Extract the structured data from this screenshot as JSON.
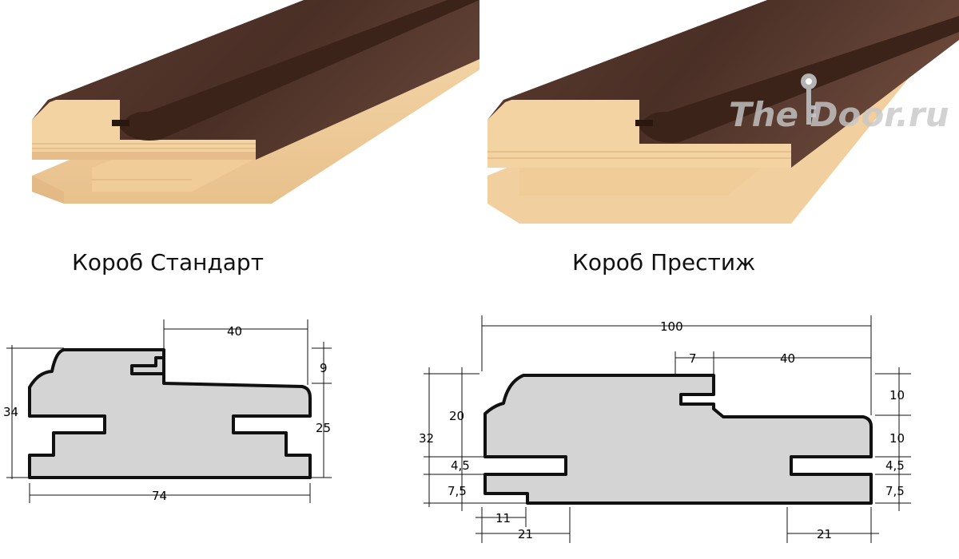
{
  "captions": {
    "standard": "Короб Стандарт",
    "prestige": "Короб Престиж"
  },
  "watermark": "The Door.ru",
  "colors": {
    "wood_dark": "#4a2f26",
    "wood_light": "#f2cf9e",
    "seal": "#3a2418",
    "section_fill": "#d4d4d4",
    "section_stroke": "#111111"
  },
  "standard_dims": {
    "top_width": "40",
    "overall_height": "34",
    "right_top": "9",
    "right_mid": "25",
    "bottom_width": "74"
  },
  "prestige_dims": {
    "overall_width": "100",
    "top_a": "7",
    "top_b": "40",
    "left_overall": "32",
    "left_top": "20",
    "left_mid": "4,5",
    "left_bottom": "7,5",
    "right_top": "10",
    "right_mid": "10",
    "right_groove": "4,5",
    "right_bottom": "7,5",
    "bottom_a": "11",
    "bottom_b": "21",
    "bottom_c": "21"
  }
}
